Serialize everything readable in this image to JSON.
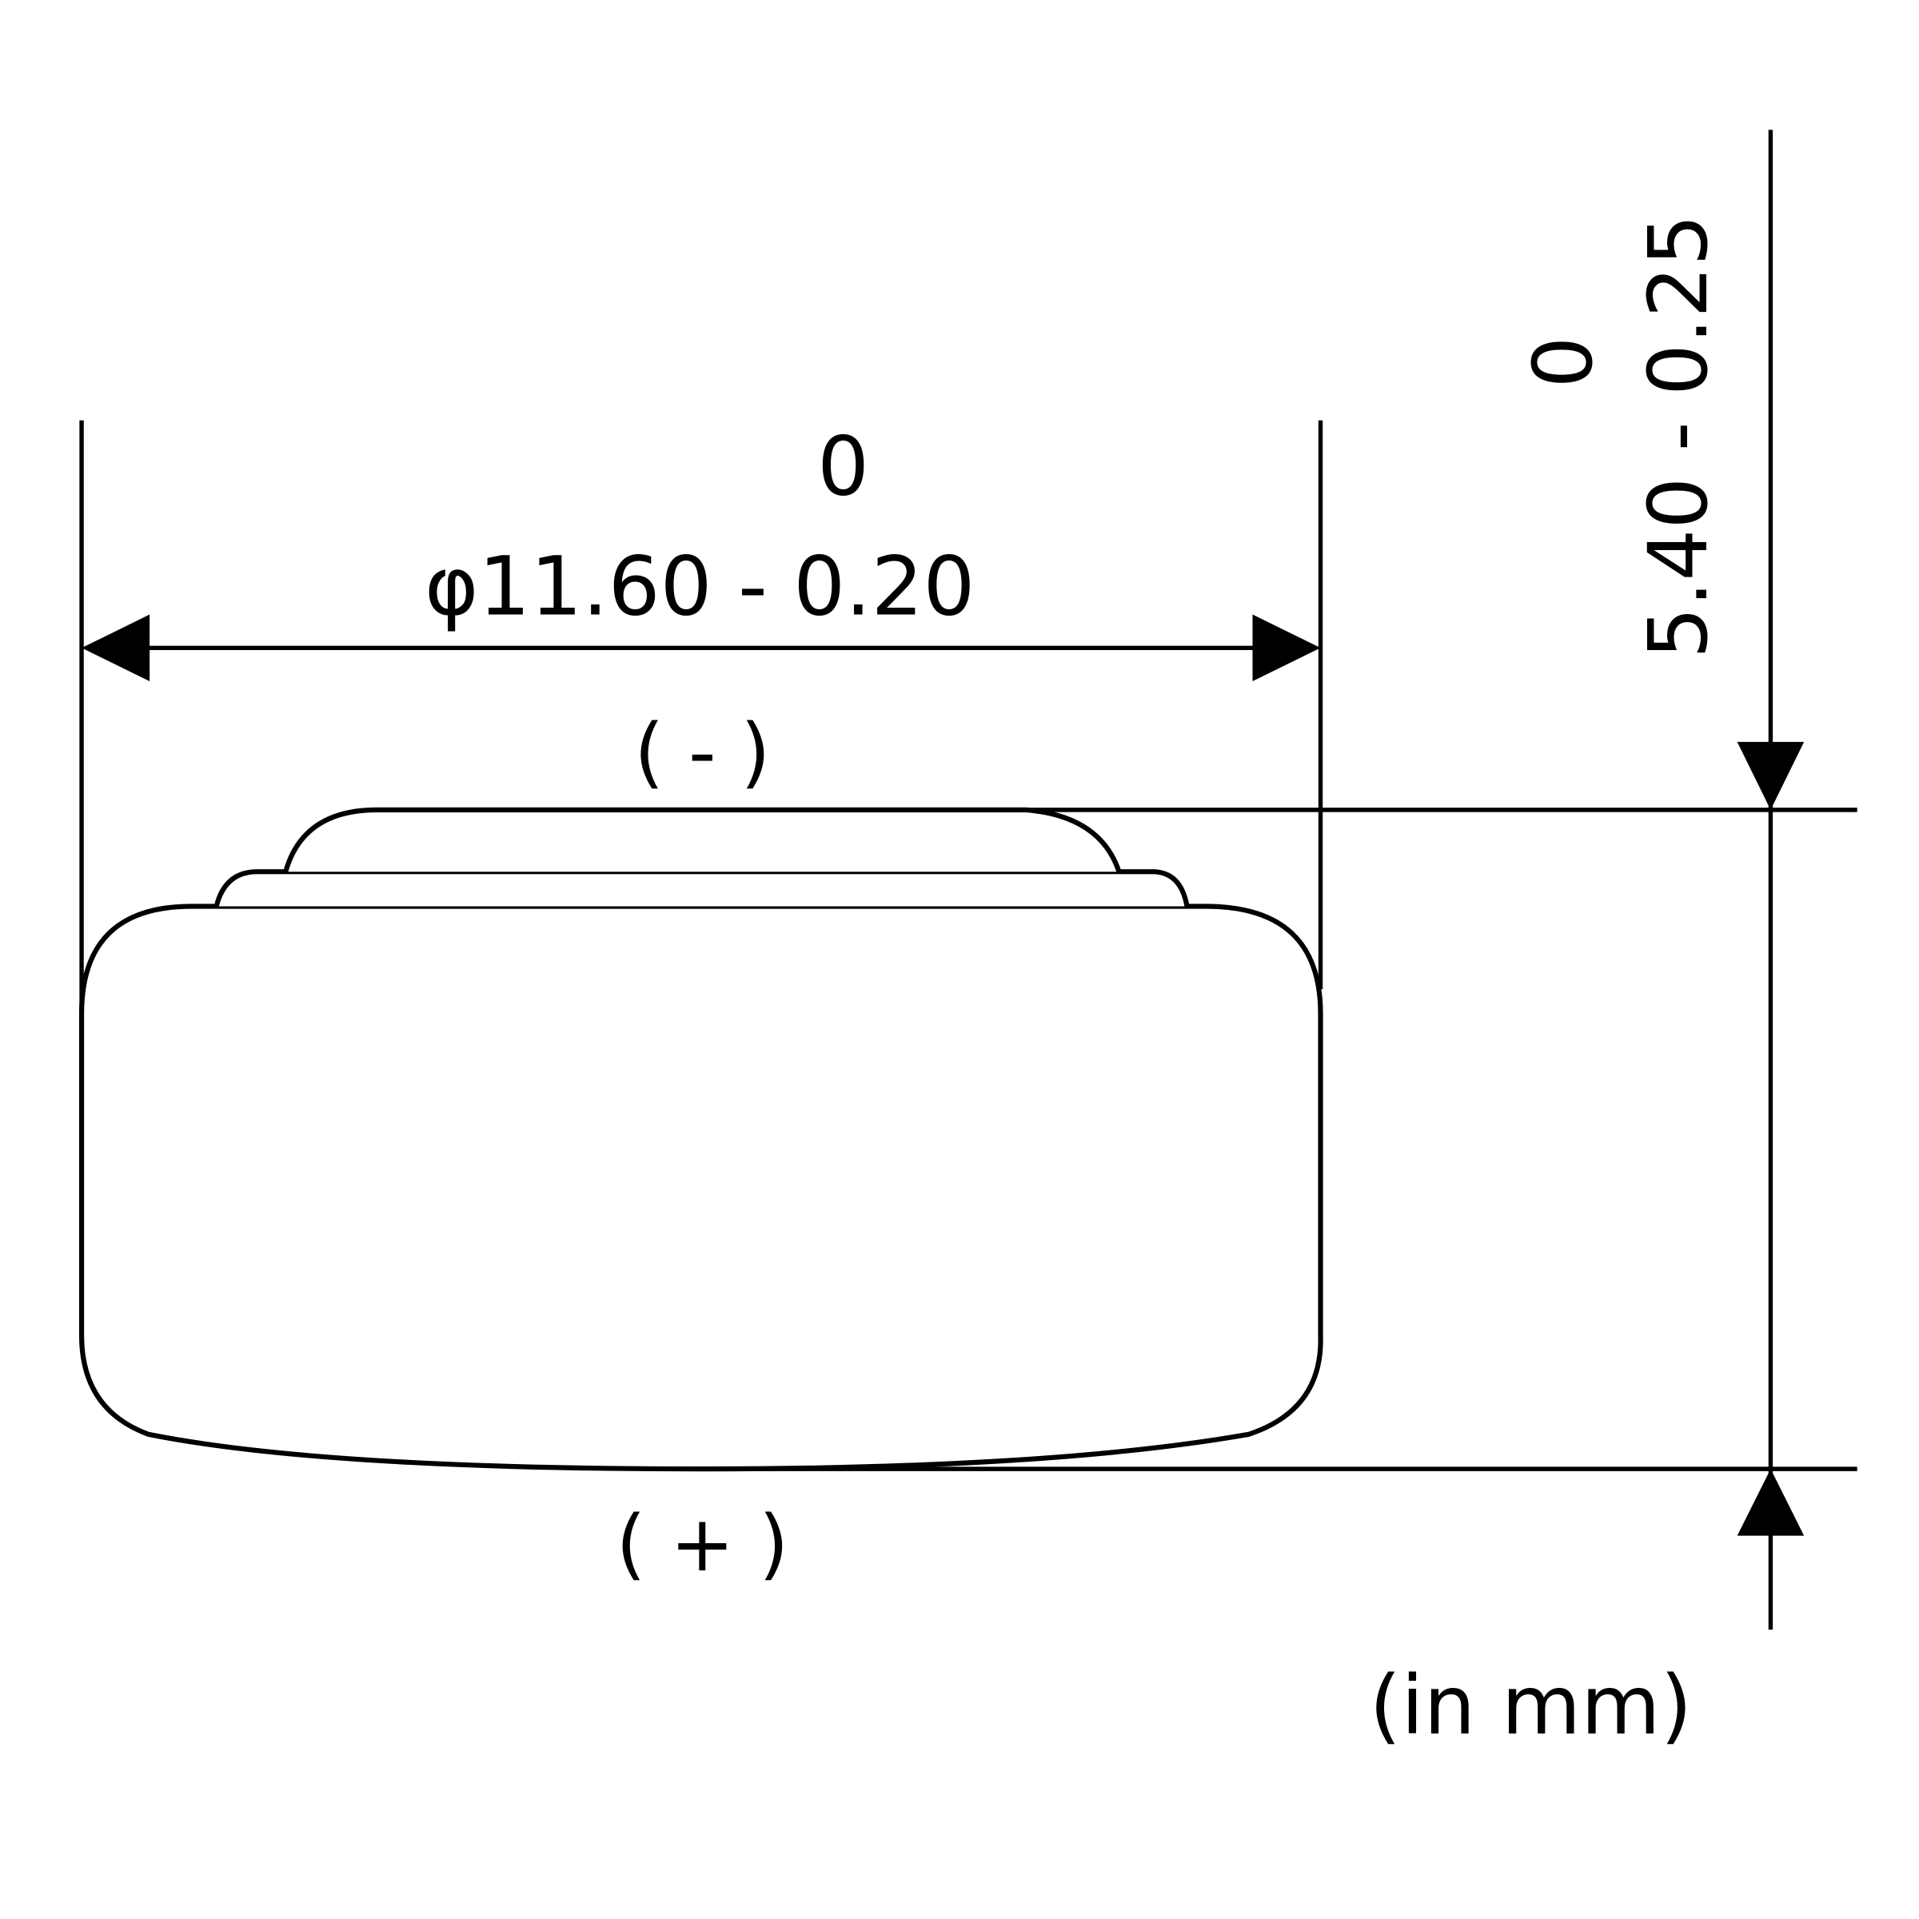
{
  "diameter": {
    "tolerance_upper": "0",
    "nominal_label": "φ11.60 - 0.20"
  },
  "height": {
    "tolerance_upper": "0",
    "nominal_label": "5.40 - 0.25"
  },
  "terminals": {
    "negative": "( - )",
    "positive": "( + )"
  },
  "units_note": "(in mm)",
  "colors": {
    "stroke": "#000000",
    "background": "#ffffff"
  }
}
